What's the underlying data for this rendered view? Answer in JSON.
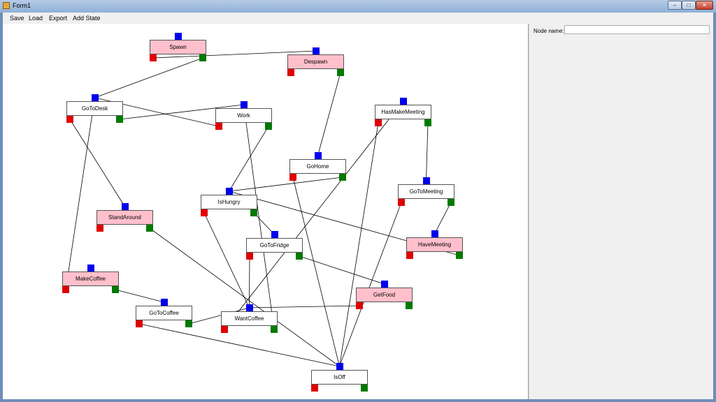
{
  "window": {
    "title": "Form1",
    "minimize": "–",
    "maximize": "□",
    "close": "✕"
  },
  "menu": [
    "Save",
    "Load",
    "Export",
    "Add State"
  ],
  "panel": {
    "node_name_label": "Node name:",
    "node_name_value": ""
  },
  "colors": {
    "node_pink": "#ffc0cb",
    "node_white": "#ffffff",
    "port_input": "#0000ee",
    "port_fail": "#e00000",
    "port_success": "#007a00"
  },
  "graph": {
    "nodes": [
      {
        "id": "spawn",
        "label": "Spawn",
        "pink": true
      },
      {
        "id": "despawn",
        "label": "Despawn",
        "pink": true
      },
      {
        "id": "gotodesk",
        "label": "GoToDesk",
        "pink": false
      },
      {
        "id": "work",
        "label": "Work",
        "pink": false
      },
      {
        "id": "hasmakemeeting",
        "label": "HasMakeMeeting",
        "pink": false
      },
      {
        "id": "gohome",
        "label": "GoHome",
        "pink": false
      },
      {
        "id": "gotomeeting",
        "label": "GoToMeeting",
        "pink": false
      },
      {
        "id": "ishungry",
        "label": "IsHungry",
        "pink": false
      },
      {
        "id": "standaround",
        "label": "StandAround",
        "pink": true
      },
      {
        "id": "havemeeting",
        "label": "HaveMeeting",
        "pink": true
      },
      {
        "id": "gotofridge",
        "label": "GoToFridge",
        "pink": false
      },
      {
        "id": "makecoffee",
        "label": "MakeCoffee",
        "pink": true
      },
      {
        "id": "getfood",
        "label": "GetFood",
        "pink": true
      },
      {
        "id": "gotocoffee",
        "label": "GoToCoffee",
        "pink": false
      },
      {
        "id": "wantcoffee",
        "label": "WantCoffee",
        "pink": false
      },
      {
        "id": "isoff",
        "label": "IsOff",
        "pink": false
      }
    ],
    "edges": [
      [
        "spawn",
        "ok",
        "gotodesk"
      ],
      [
        "spawn",
        "fail",
        "despawn"
      ],
      [
        "gotodesk",
        "ok",
        "work"
      ],
      [
        "gotodesk",
        "fail",
        "standaround"
      ],
      [
        "work",
        "ok",
        "ishungry"
      ],
      [
        "work",
        "fail",
        "gotodesk"
      ],
      [
        "ishungry",
        "fail",
        "wantcoffee"
      ],
      [
        "ishungry",
        "ok",
        "gotofridge"
      ],
      [
        "gohome",
        "ok",
        "ishungry"
      ],
      [
        "standaround",
        "ok",
        "isoff"
      ],
      [
        "makecoffee",
        "fail",
        "gotodesk"
      ],
      [
        "makecoffee",
        "ok",
        "gotocoffee"
      ],
      [
        "gotocoffee",
        "ok",
        "wantcoffee"
      ],
      [
        "gotocoffee",
        "fail",
        "isoff"
      ],
      [
        "despawn",
        "ok",
        "gohome"
      ],
      [
        "hasmakemeeting",
        "ok",
        "gotomeeting"
      ],
      [
        "hasmakemeeting",
        "fail",
        "isoff"
      ],
      [
        "gotomeeting",
        "ok",
        "havemeeting"
      ],
      [
        "gotomeeting",
        "fail",
        "isoff"
      ],
      [
        "havemeeting",
        "ok",
        "ishungry"
      ],
      [
        "gotofridge",
        "fail",
        "wantcoffee"
      ],
      [
        "gotofridge",
        "ok",
        "getfood"
      ],
      [
        "getfood",
        "fail",
        "wantcoffee"
      ],
      [
        "wantcoffee",
        "fail",
        "hasmakemeeting"
      ],
      [
        "wantcoffee",
        "ok",
        "work"
      ],
      [
        "gohome",
        "fail",
        "isoff"
      ]
    ]
  }
}
